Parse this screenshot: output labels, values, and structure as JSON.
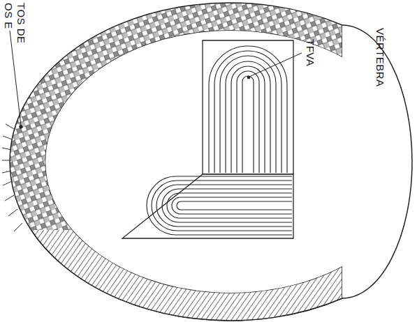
{
  "diagram": {
    "labels": [
      "VÉRTEBRA",
      "TFVA",
      "OS E",
      "TOS DE"
    ]
  }
}
